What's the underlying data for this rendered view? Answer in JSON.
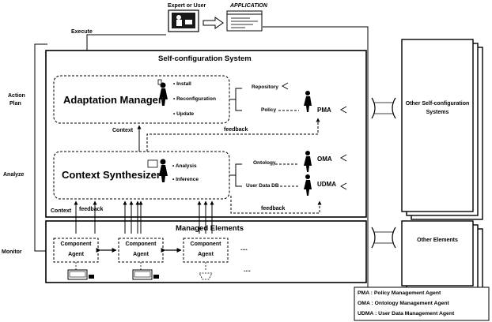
{
  "top": {
    "expert_label": "Expert or User",
    "application_label": "APPLICATION",
    "execute_label": "Execute"
  },
  "side": {
    "action_plan_line1": "Action",
    "action_plan_line2": "Plan",
    "analyze": "Analyze",
    "monitor": "Monitor"
  },
  "self_config": {
    "title": "Self-configuration System",
    "adaptation_manager": {
      "title": "Adaptation Manager",
      "items": [
        "• Install",
        "• Reconfiguration",
        "• Update"
      ]
    },
    "context_synthesizer": {
      "title": "Context Synthesizer",
      "items": [
        "• Analysis",
        "• Inference"
      ]
    },
    "repository": "Repository",
    "policy": "Policy",
    "ontology": "Ontology",
    "user_data_db": "User Data DB",
    "pma": "PMA",
    "oma": "OMA",
    "udma": "UDMA",
    "context_upper": "Context",
    "feedback_upper": "feedback",
    "context_lower": "Context",
    "feedback_lower": "feedback",
    "feedback_bottom": "feedback"
  },
  "managed": {
    "title": "Managed Elements",
    "agents": [
      {
        "line1": "Component",
        "line2": "Agent"
      },
      {
        "line1": "Component",
        "line2": "Agent"
      },
      {
        "line1": "Component",
        "line2": "Agent"
      }
    ],
    "ellipsis": "...."
  },
  "other": {
    "systems_line1": "Other Self-configuration",
    "systems_line2": "Systems",
    "elements": "Other Elements"
  },
  "legend": [
    "PMA : Policy Management Agent",
    "OMA : Ontology Management Agent",
    "UDMA : User Data Management Agent"
  ]
}
